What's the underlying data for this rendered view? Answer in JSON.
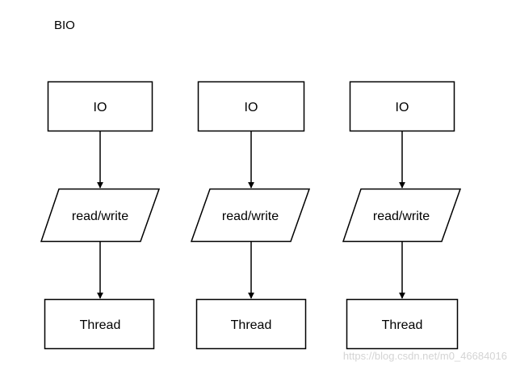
{
  "diagram": {
    "title": "BIO",
    "columns": [
      {
        "io": "IO",
        "process": "read/write",
        "thread": "Thread"
      },
      {
        "io": "IO",
        "process": "read/write",
        "thread": "Thread"
      },
      {
        "io": "IO",
        "process": "read/write",
        "thread": "Thread"
      }
    ]
  },
  "watermark": "https://blog.csdn.net/m0_46684016",
  "colors": {
    "stroke": "#000000",
    "fill": "#ffffff",
    "watermark": "#d4d4d4"
  }
}
